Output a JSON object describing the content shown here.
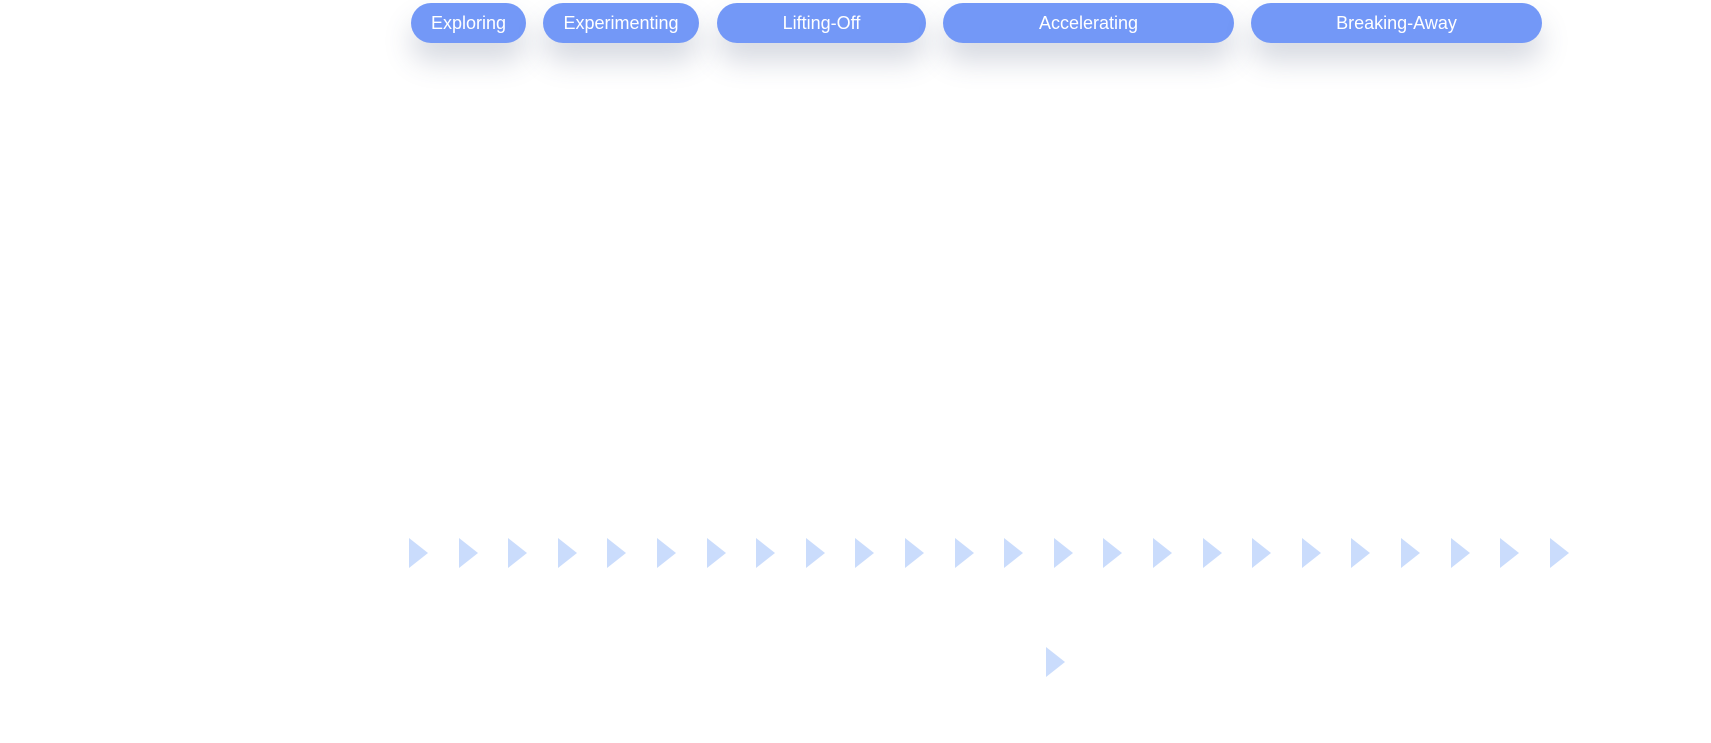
{
  "stages": [
    {
      "label": "Exploring"
    },
    {
      "label": "Experimenting"
    },
    {
      "label": "Lifting-Off"
    },
    {
      "label": "Accelerating"
    },
    {
      "label": "Breaking-Away"
    }
  ],
  "colors": {
    "pill": "#7398f7",
    "arrow": "#cadcfc"
  }
}
